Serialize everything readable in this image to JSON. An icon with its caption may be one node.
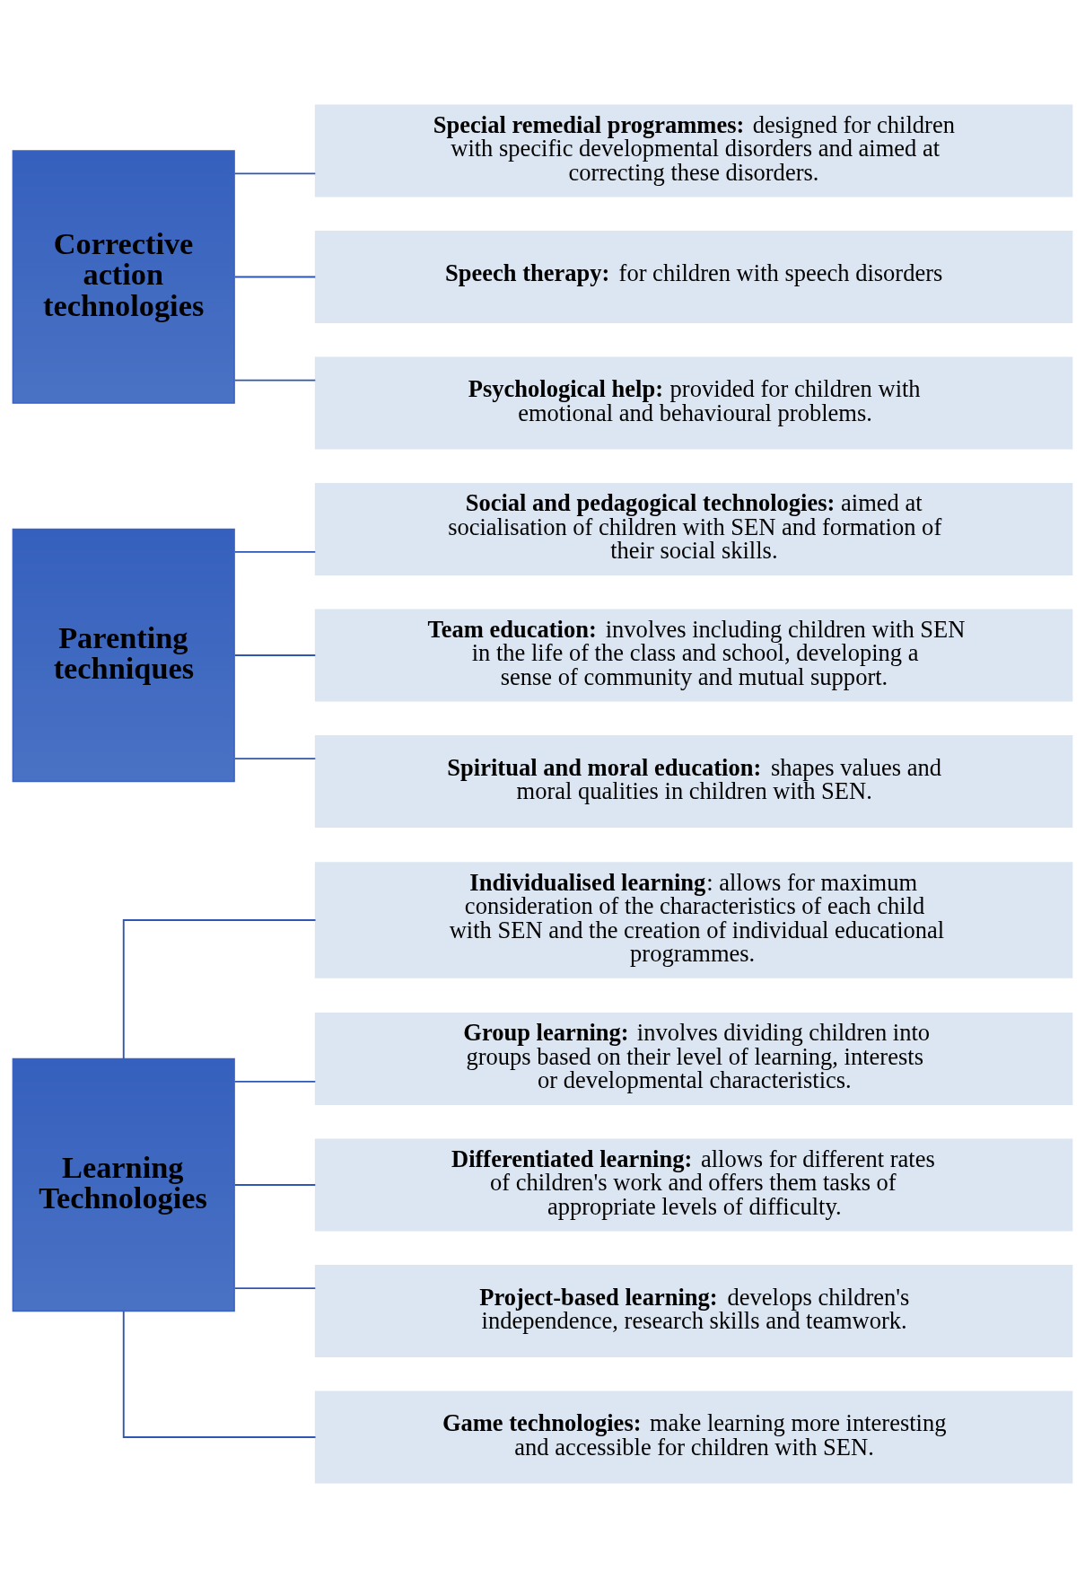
{
  "diagram": {
    "nodes": [
      {
        "text": [
          "Learning Technologies"
        ]
      },
      {
        "text": [
          "**Individualised learning**: allows for maximum consideration of the characteristics of each child with SEN and the creation of individual educational programmes."
        ]
      },
      {
        "text": [
          "**Group learning:** involves dividing children into groups based on their level of learning, interests or developmental characteristics."
        ]
      },
      {
        "text": [
          "**Differentiated learning:** allows for different rates of children's work and offers them tasks of appropriate levels of difficulty."
        ]
      },
      {
        "text": [
          "**Project-based learning:** develops children's independence, research skills and teamwork."
        ]
      },
      {
        "text": [
          "**Game technologies:** make learning more interesting and accessible for children with SEN."
        ]
      },
      {
        "text": [
          "Parenting techniques"
        ]
      },
      {
        "text": [
          "**Social and pedagogical technologies:** aimed at socialisation of children with SEN and formation of their social skills."
        ]
      },
      {
        "text": [
          "**Team education:** involves including children with SEN in the life of the class and school, developing a sense of community and mutual support."
        ]
      },
      {
        "text": [
          "**Spiritual and moral education:** shapes values and moral qualities in children with SEN."
        ]
      },
      {
        "text": [
          "Corrective action technologies"
        ]
      },
      {
        "text": [
          "**Special remedial programmes:** designed for children with specific developmental disorders and aimed at correcting these disorders."
        ]
      },
      {
        "text": [
          "**Speech therapy:** for children with speech disorders"
        ]
      },
      {
        "text": [
          "**Psychological help:** provided for children with emotional and behavioural problems."
        ]
      }
    ],
    "edges": [
      {
        "from": 0,
        "to": 1,
        "arrow": "none"
      },
      {
        "from": 0,
        "to": 2,
        "arrow": "none"
      },
      {
        "from": 0,
        "to": 3,
        "arrow": "none"
      },
      {
        "from": 0,
        "to": 4,
        "arrow": "none"
      },
      {
        "from": 0,
        "to": 5,
        "arrow": "none"
      },
      {
        "from": 6,
        "to": 7,
        "arrow": "none"
      },
      {
        "from": 6,
        "to": 8,
        "arrow": "none"
      },
      {
        "from": 6,
        "to": 9,
        "arrow": "none"
      },
      {
        "from": 10,
        "to": 11,
        "arrow": "none"
      },
      {
        "from": 10,
        "to": 12,
        "arrow": "none"
      },
      {
        "from": 10,
        "to": 13,
        "arrow": "none"
      }
    ]
  }
}
